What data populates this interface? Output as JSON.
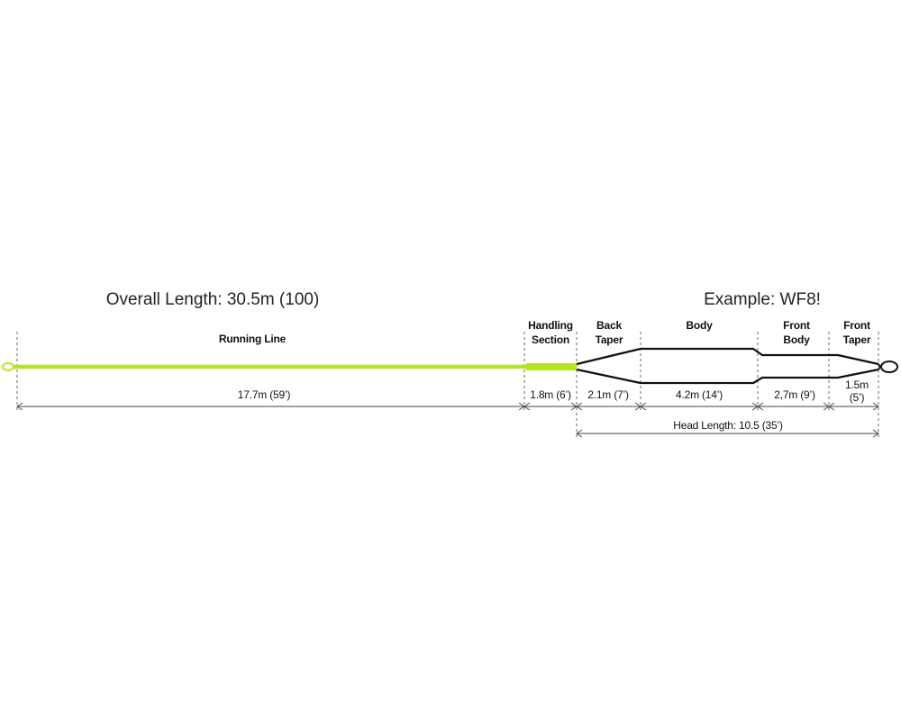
{
  "overall_length": "Overall Length: 30.5m (100)",
  "example": "Example: WF8!",
  "sections": {
    "running_line": "Running Line",
    "handling_1": "Handling",
    "handling_2": "Section",
    "back_taper_1": "Back",
    "back_taper_2": "Taper",
    "body": "Body",
    "front_body_1": "Front",
    "front_body_2": "Body",
    "front_taper_1": "Front",
    "front_taper_2": "Taper"
  },
  "dimensions": {
    "running_line": "17.7m (59’)",
    "handling": "1.8m (6’)",
    "back_taper": "2.1m (7’)",
    "body": "4.2m (14’)",
    "front_body": "2,7m (9’)",
    "front_taper_1": "1.5m",
    "front_taper_2": "(5’)"
  },
  "head_length": "Head Length: 10.5 (35’)",
  "colors": {
    "running_line": "#b5e61d",
    "head_outline": "#111111"
  }
}
